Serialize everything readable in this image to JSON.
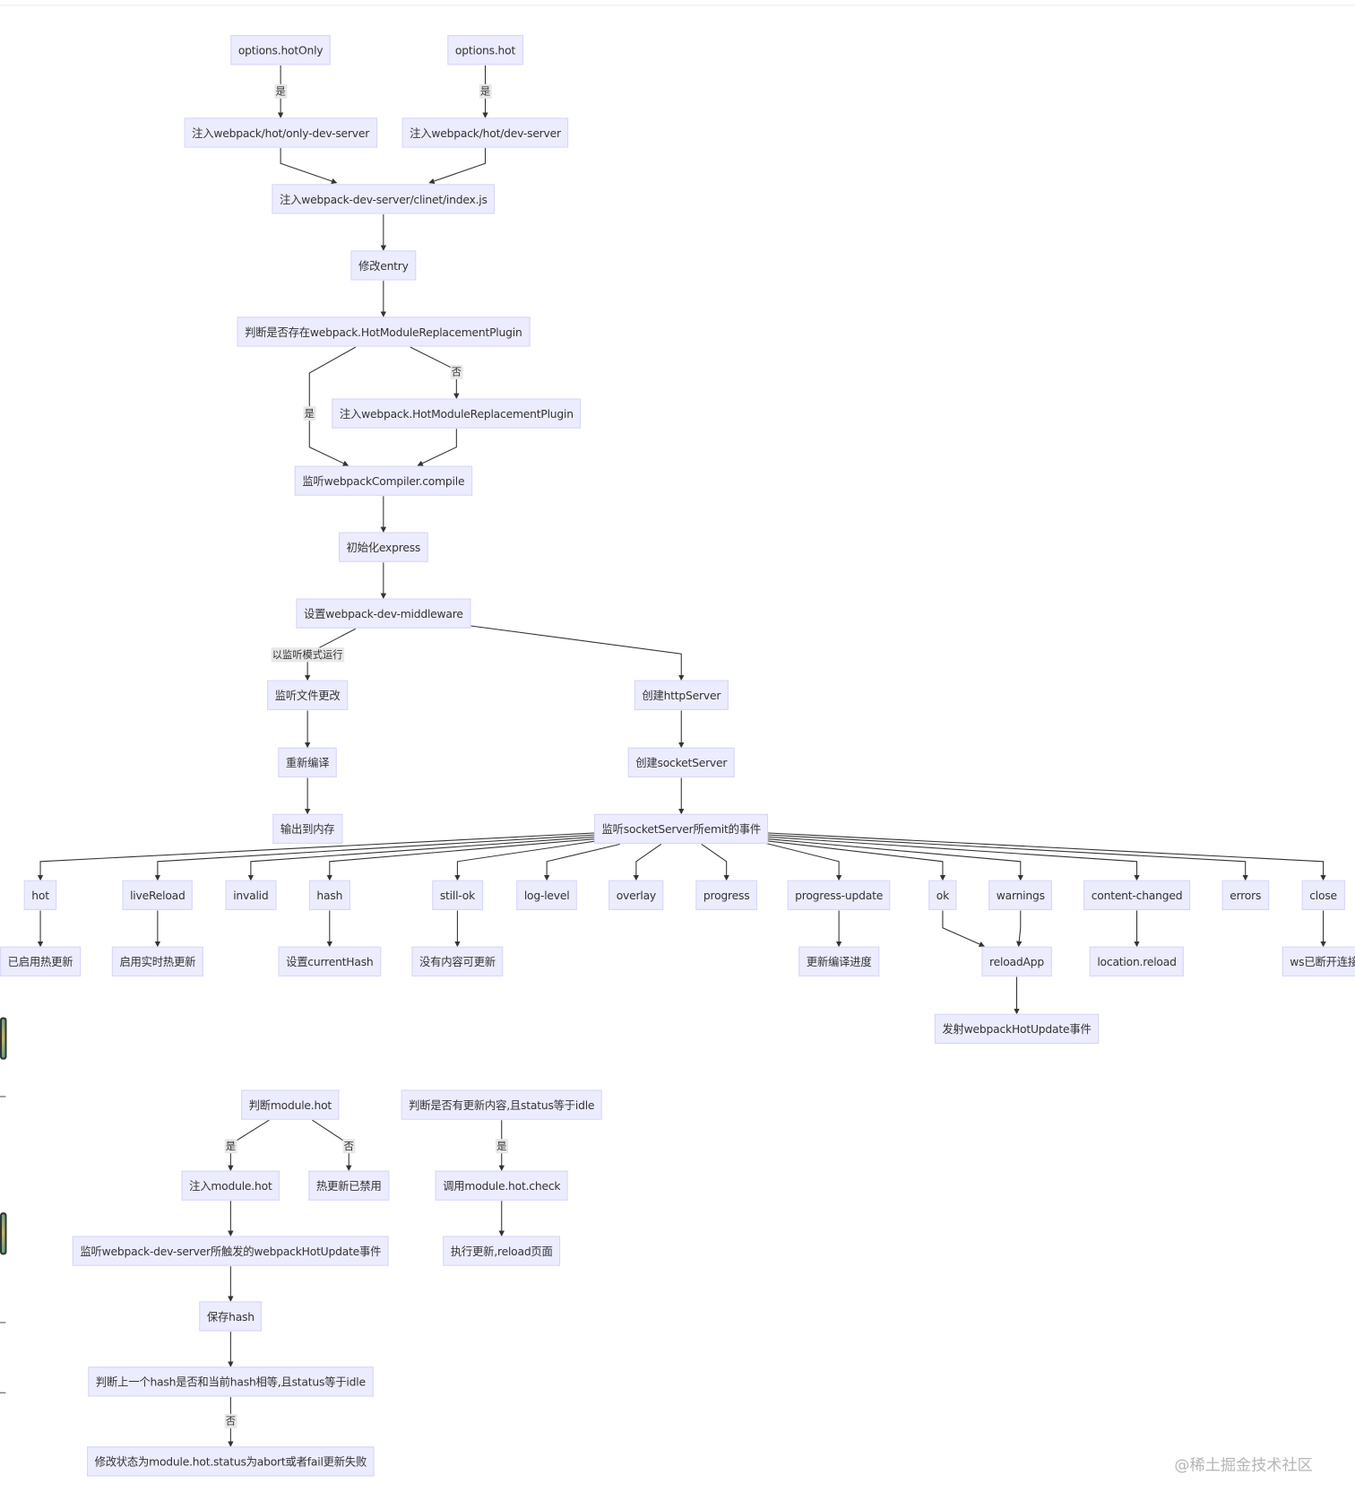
{
  "nodes": {
    "hotOnly": "options.hotOnly",
    "hot": "options.hot",
    "injectOnlyDevServer": "注入webpack/hot/only-dev-server",
    "injectDevServer": "注入webpack/hot/dev-server",
    "injectClient": "注入webpack-dev-server/clinet/index.js",
    "modifyEntry": "修改entry",
    "checkHMRPlugin": "判断是否存在webpack.HotModuleReplacementPlugin",
    "injectHMRPlugin": "注入webpack.HotModuleReplacementPlugin",
    "listenCompile": "监听webpackCompiler.compile",
    "initExpress": "初始化express",
    "setMiddleware": "设置webpack-dev-middleware",
    "watchFiles": "监听文件更改",
    "recompile": "重新编译",
    "outputMemory": "输出到内存",
    "createHttpServer": "创建httpServer",
    "createSocketServer": "创建socketServer",
    "listenSocketEvents": "监听socketServer所emit的事件",
    "events": [
      "hot",
      "liveReload",
      "invalid",
      "hash",
      "still-ok",
      "log-level",
      "overlay",
      "progress",
      "progress-update",
      "ok",
      "warnings",
      "content-changed",
      "errors",
      "close"
    ],
    "hotEnabled": "已启用热更新",
    "liveReloadEnabled": "启用实时热更新",
    "setCurrentHash": "设置currentHash",
    "nothingToUpdate": "没有内容可更新",
    "updateProgress": "更新编译进度",
    "reloadApp": "reloadApp",
    "locationReload": "location.reload",
    "wsDisconnected": "ws已断开连接",
    "emitHotUpdate": "发射webpackHotUpdate事件",
    "checkModuleHot": "判断module.hot",
    "injectModuleHot": "注入module.hot",
    "hotDisabled": "热更新已禁用",
    "listenHotUpdate": "监听webpack-dev-server所触发的webpackHotUpdate事件",
    "saveHash": "保存hash",
    "compareHash": "判断上一个hash是否和当前hash相等,且status等于idle",
    "setStatusFail": "修改状态为module.hot.status为abort或者fail更新失败",
    "checkUpdateIdle": "判断是否有更新内容,且status等于idle",
    "callHotCheck": "调用module.hot.check",
    "applyReload": "执行更新,reload页面"
  },
  "edge_labels": {
    "yes": "是",
    "no": "否",
    "watchMode": "以监听模式运行"
  },
  "watermark": "@稀土掘金技术社区",
  "colors": {
    "node_fill": "#ECECFF",
    "node_border": "#D6D6FA",
    "edge": "#333333"
  }
}
